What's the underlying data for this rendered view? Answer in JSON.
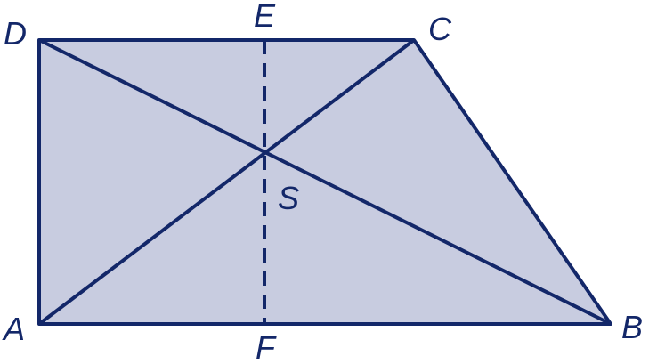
{
  "colors": {
    "fill": "#c8cce0",
    "stroke": "#132769",
    "label": "#132769"
  },
  "labels": {
    "A": "A",
    "B": "B",
    "C": "C",
    "D": "D",
    "E": "E",
    "F": "F",
    "S": "S"
  }
}
